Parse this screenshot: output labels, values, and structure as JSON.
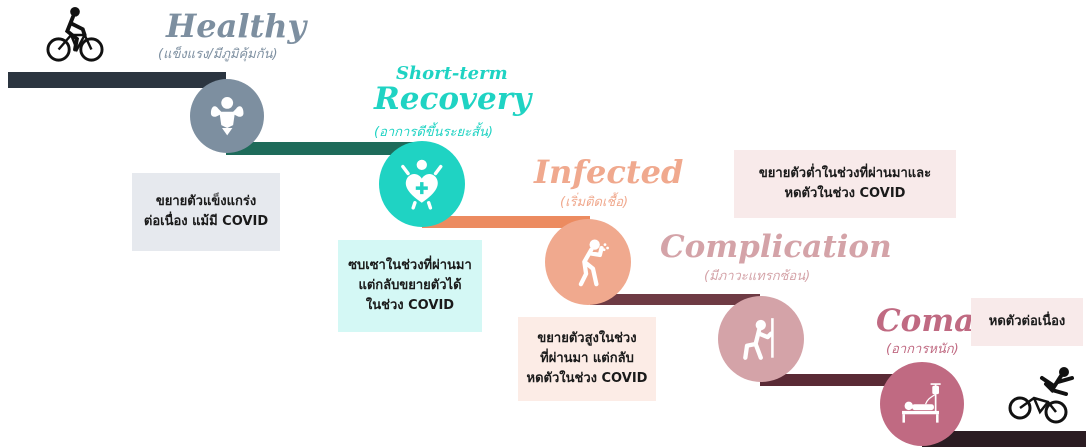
{
  "stages": {
    "healthy": {
      "title": "Healthy",
      "subtitle": "(แข็งแรง/มีภูมิคุ้มกัน)",
      "note": "ขยายตัวแข็งแกร่ง\nต่อเนื่อง แม้มี COVID",
      "color": "#7d8fa0",
      "icon": "strongman-icon"
    },
    "recovery": {
      "title_small": "Short-term",
      "title": "Recovery",
      "subtitle": "(อาการดีขึ้นระยะสั้น)",
      "note": "ซบเซาในช่วงที่ผ่านมา\nแต่กลับขยายตัวได้\nในช่วง COVID",
      "color": "#1fd3c3",
      "icon": "health-heart-icon"
    },
    "infected": {
      "title": "Infected",
      "subtitle": "(เริ่มติดเชื้อ)",
      "note": "ขยายตัวสูงในช่วง\nที่ผ่านมา แต่กลับ\nหดตัวในช่วง COVID",
      "color": "#f0a98e",
      "icon": "coughing-person-icon"
    },
    "complication": {
      "title": "Complication",
      "subtitle": "(มีภาวะแทรกซ้อน)",
      "note": "ขยายตัวต่ำในช่วงที่ผ่านมาและ\nหดตัวในช่วง COVID",
      "color": "#d4a3a8",
      "icon": "kneeling-person-icon"
    },
    "coma": {
      "title": "Coma",
      "subtitle": "(อาการหนัก)",
      "note": "หดตัวต่อเนื่อง",
      "color": "#c06a82",
      "icon": "hospital-bed-icon"
    }
  },
  "colors": {
    "bar_top": "#2b3540",
    "bar_healthy": "#1e6b5a",
    "bar_recovery": "#ec8b60",
    "bar_infected": "#6e3b44",
    "bar_complication": "#5a2a35",
    "bar_end": "#2b1c22",
    "note_healthy_bg": "#e6e9ee",
    "note_recovery_bg": "#d4f8f5",
    "note_infected_bg": "#fcece6",
    "note_complication_bg": "#f8eaea",
    "note_coma_bg": "#f8eaea"
  },
  "icons": {
    "cyclist_start": "cyclist-icon",
    "cyclist_crash": "falling-cyclist-icon"
  }
}
